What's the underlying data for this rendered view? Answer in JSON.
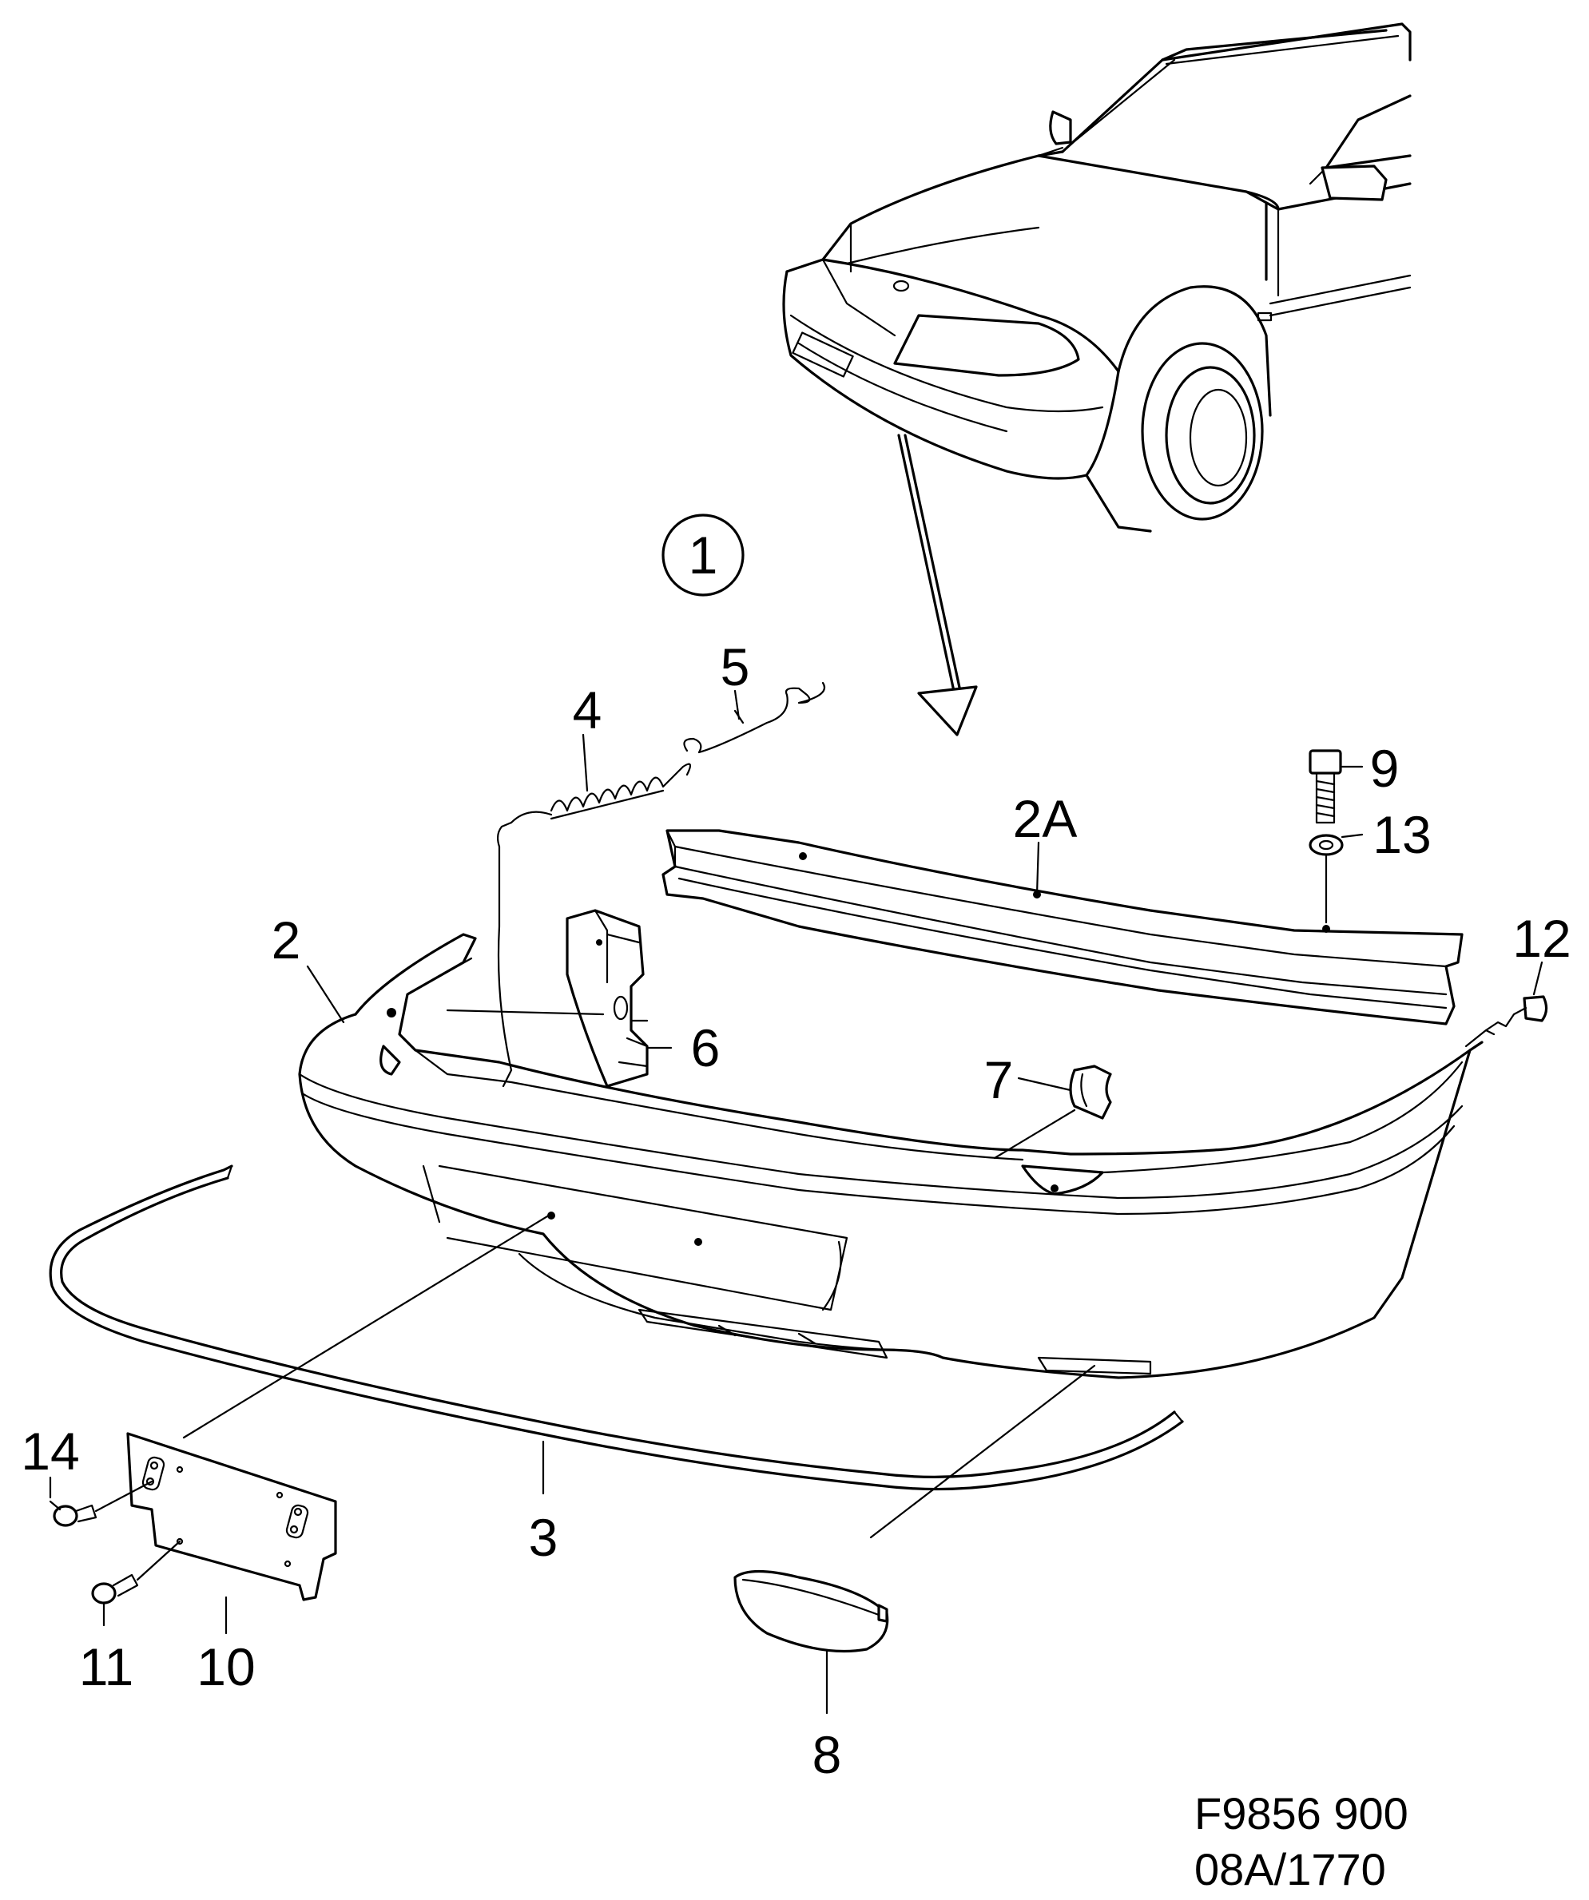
{
  "callout": "1",
  "labels": {
    "p2": "2",
    "p2a": "2A",
    "p3": "3",
    "p4": "4",
    "p5": "5",
    "p6": "6",
    "p7": "7",
    "p8": "8",
    "p9": "9",
    "p10": "10",
    "p11": "11",
    "p12": "12",
    "p13": "13",
    "p14": "14"
  },
  "reference": {
    "line1": "F9856 900",
    "line2": "08A/1770"
  }
}
